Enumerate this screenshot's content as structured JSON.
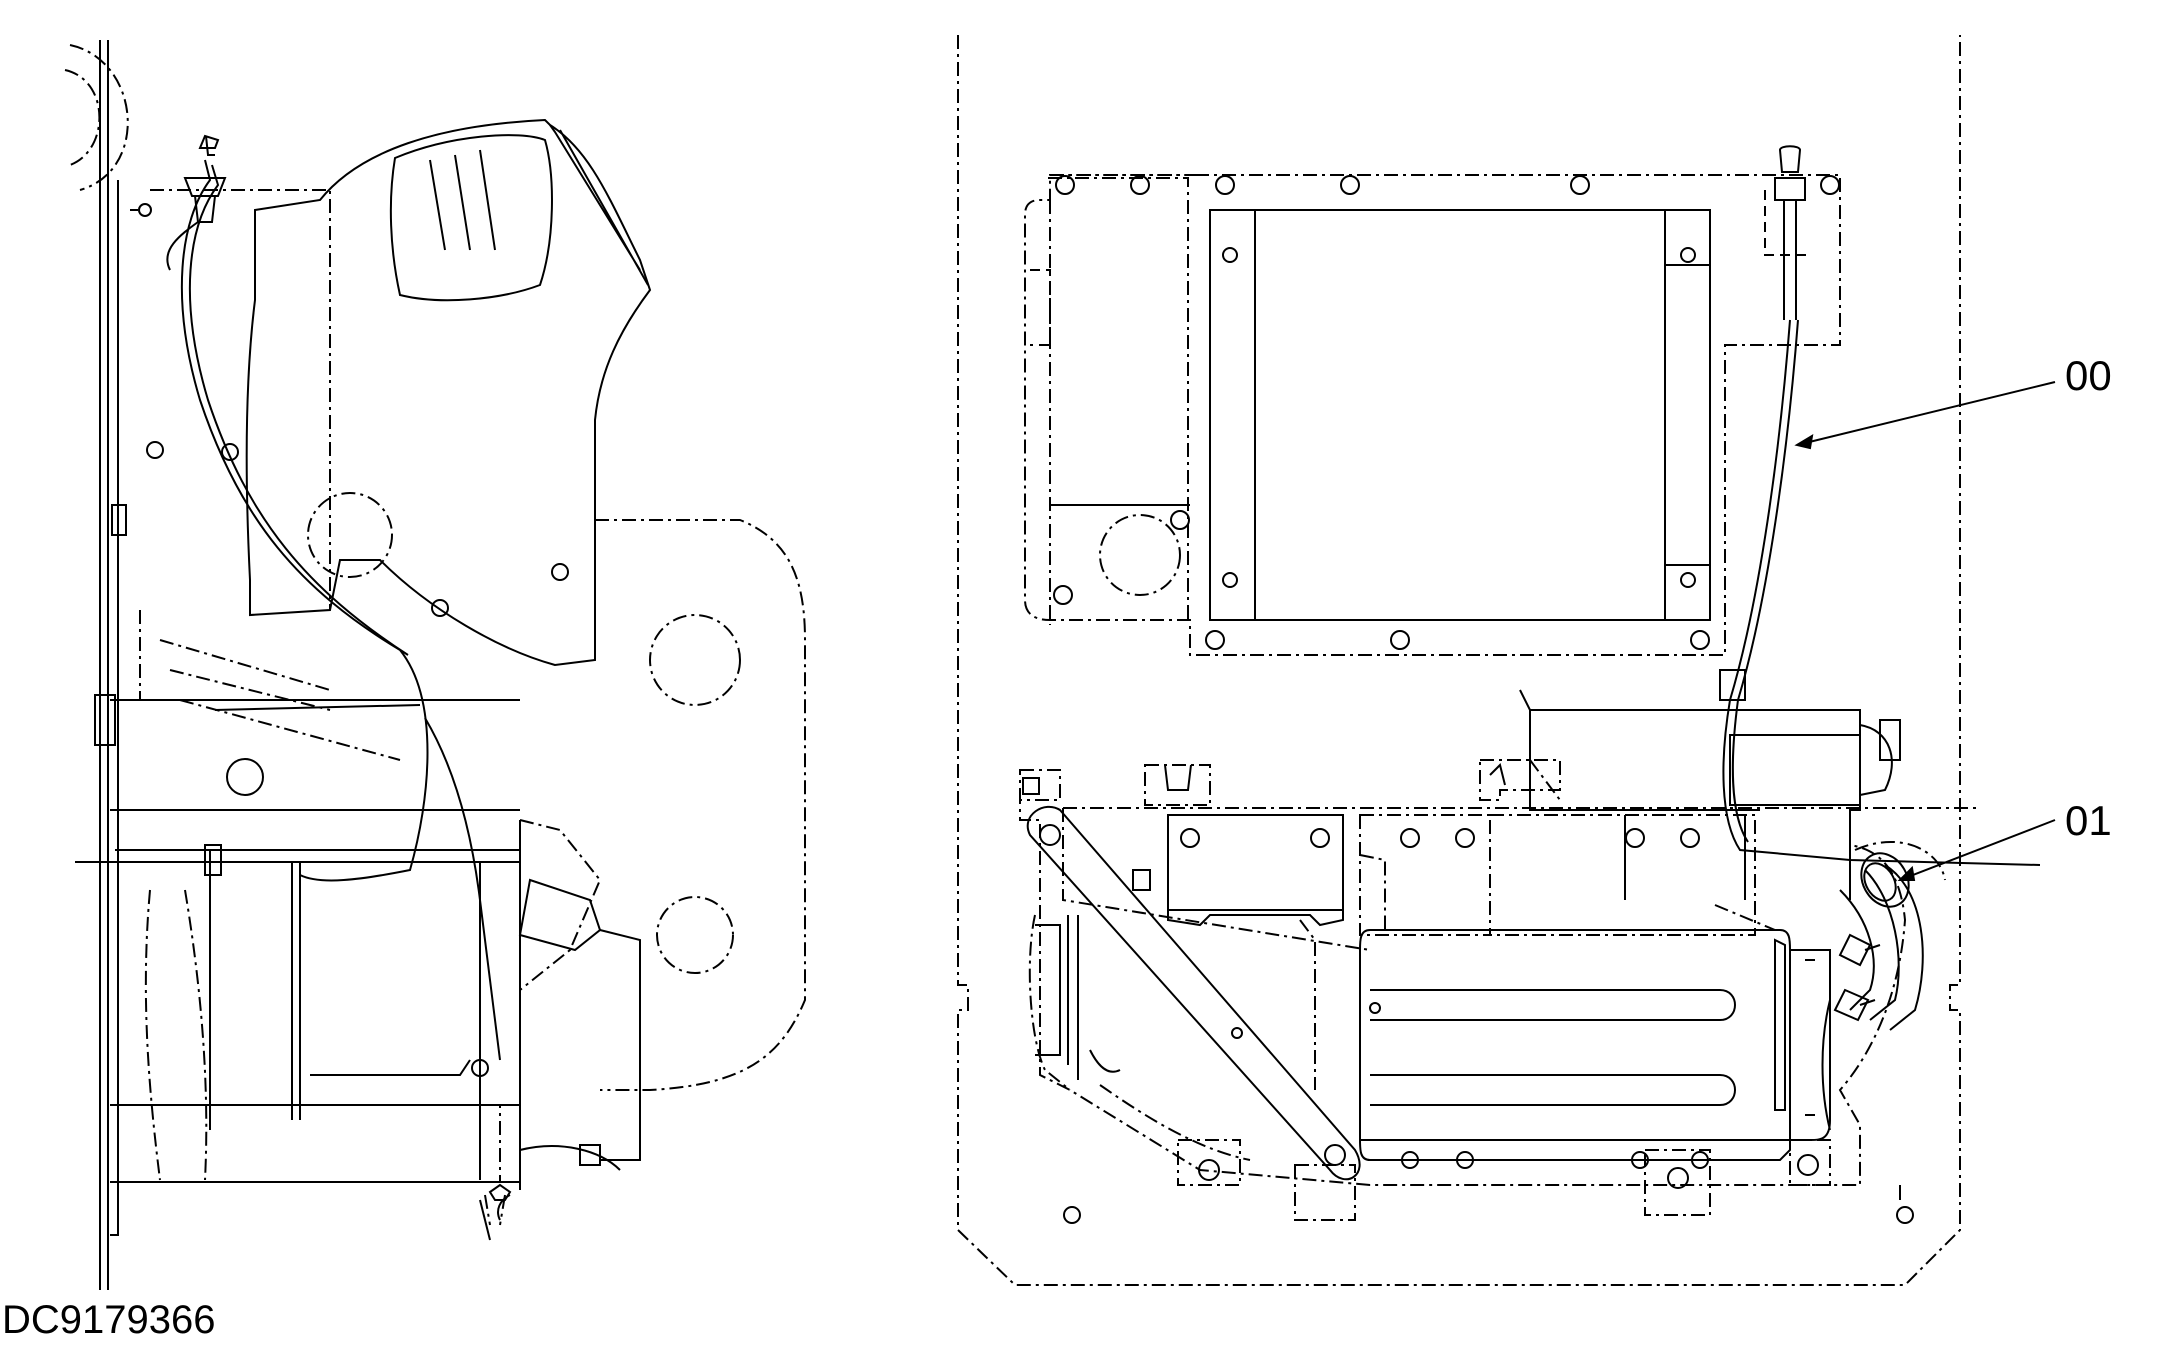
{
  "callouts": [
    {
      "id": "00",
      "label": "00"
    },
    {
      "id": "01",
      "label": "01"
    }
  ],
  "drawing_id": "DC9179366",
  "colors": {
    "line": "#000000",
    "background": "#ffffff"
  }
}
